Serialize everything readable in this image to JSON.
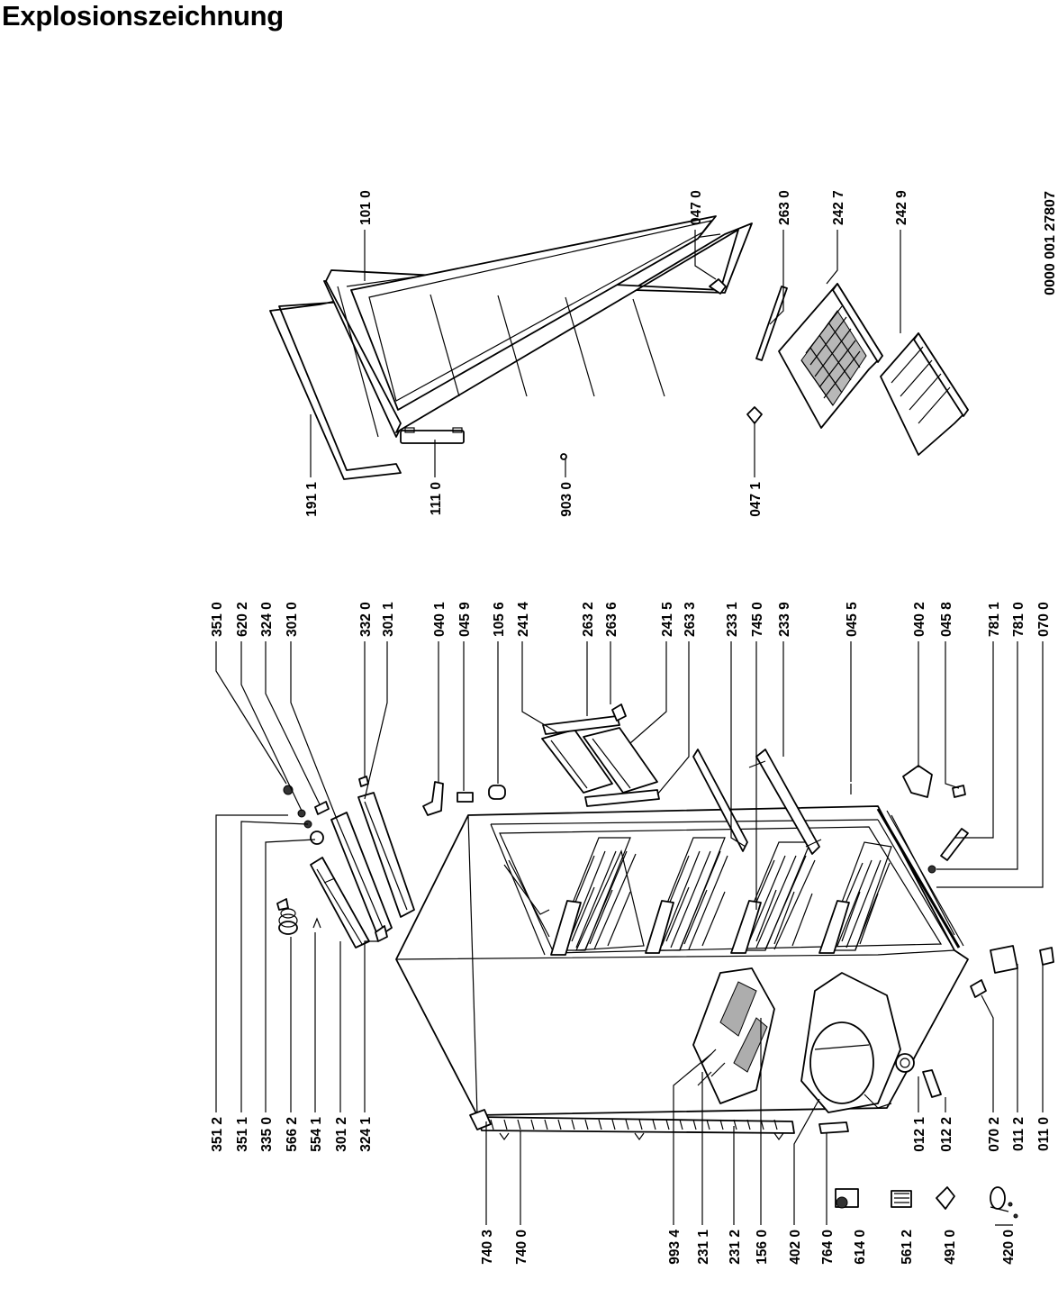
{
  "title": "Explosionszeichnung",
  "document_number": "0000 001 27807",
  "door_parts": [
    "101 0",
    "047 0",
    "263 0",
    "242 7",
    "242 9",
    "191 1",
    "111 0",
    "903 0",
    "047 1"
  ],
  "cabinet_top_parts": [
    "351 0",
    "620 2",
    "324 0",
    "301 0",
    "332 0",
    "301 1",
    "040 1",
    "045 9",
    "105 6",
    "241 4",
    "263 2",
    "263 6",
    "241 5",
    "263 3",
    "233 1",
    "745 0",
    "233 9",
    "045 5",
    "040 2",
    "045 8",
    "781 1",
    "781 0",
    "070 0"
  ],
  "cabinet_bottom_parts": [
    "351 2",
    "351 1",
    "335 0",
    "566 2",
    "554 1",
    "301 2",
    "324 1",
    "012 1",
    "012 2",
    "070 2",
    "011 2",
    "011 0"
  ],
  "left_parts": [
    "740 3",
    "740 0",
    "993 4",
    "231 1",
    "231 2",
    "156 0",
    "402 0",
    "764 0",
    "614 0",
    "561 2",
    "491 0",
    "420 0"
  ]
}
